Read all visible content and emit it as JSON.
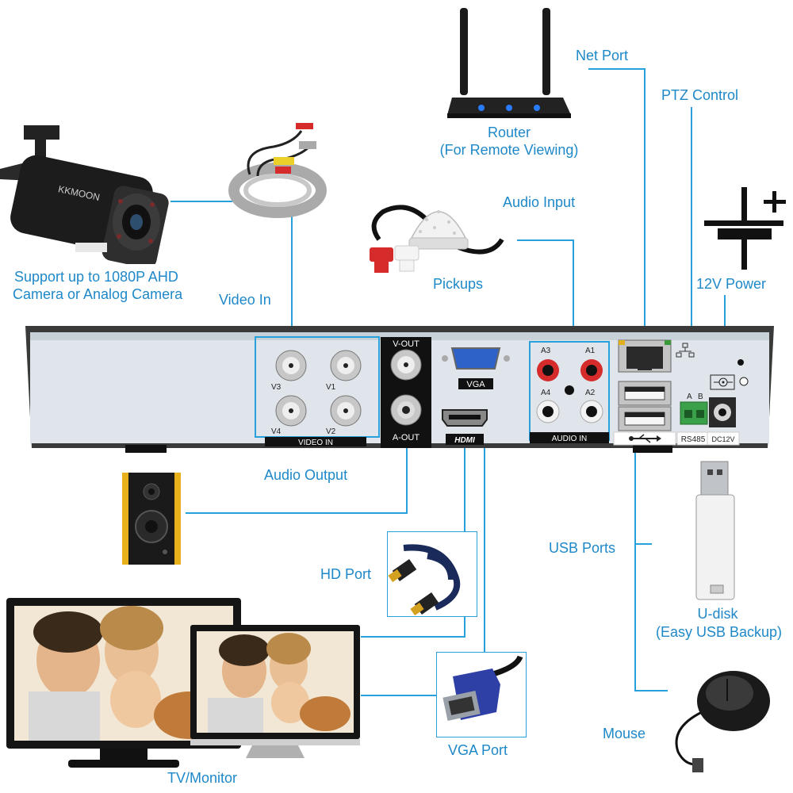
{
  "labels": {
    "net_port": "Net Port",
    "ptz_control": "PTZ Control",
    "router": "Router",
    "router_sub": "(For Remote Viewing)",
    "audio_input": "Audio Input",
    "pickups": "Pickups",
    "power_12v": "12V Power",
    "camera_line1": "Support up to 1080P AHD",
    "camera_line2": "Camera or Analog Camera",
    "video_in": "Video In",
    "audio_output": "Audio Output",
    "usb_ports": "USB Ports",
    "hd_port": "HD Port",
    "udisk": "U-disk",
    "udisk_sub": "(Easy USB Backup)",
    "mouse": "Mouse",
    "vga_port": "VGA Port",
    "tv_monitor": "TV/Monitor"
  },
  "panel": {
    "v3": "V3",
    "v1": "V1",
    "v4": "V4",
    "v2": "V2",
    "video_in": "VIDEO IN",
    "v_out": "V-OUT",
    "a_out": "A-OUT",
    "vga": "VGA",
    "hdmi": "HDMI",
    "a3": "A3",
    "a1": "A1",
    "a4": "A4",
    "a2": "A2",
    "audio_in": "AUDIO IN",
    "rs485": "RS485",
    "rs485_a": "A",
    "rs485_b": "B",
    "dc12v": "DC12V"
  },
  "camera": {
    "brand": "KKMOON"
  },
  "colors": {
    "accent": "#1e88c8",
    "line": "#27a0dc",
    "panel": "#dfe5ea",
    "chassis": "#3a3a3a"
  }
}
